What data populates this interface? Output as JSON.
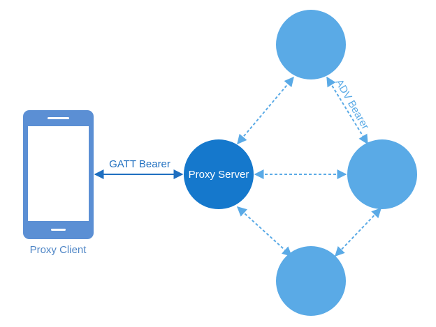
{
  "labels": {
    "proxy_client": "Proxy Client",
    "proxy_server": "Proxy Server",
    "gatt_bearer": "GATT Bearer",
    "adv_bearer": "ADV Bearer"
  },
  "colors": {
    "phone_body": "#5b8fd4",
    "phone_screen": "#ffffff",
    "proxy_server_fill": "#1578cc",
    "mesh_node_fill": "#5aaae6",
    "gatt_line": "#1f6fc0",
    "adv_line": "#5aaae6",
    "client_label": "#4f86c6",
    "server_label": "#ffffff",
    "gatt_label": "#1f6fc0",
    "adv_label": "#5aaae6"
  }
}
